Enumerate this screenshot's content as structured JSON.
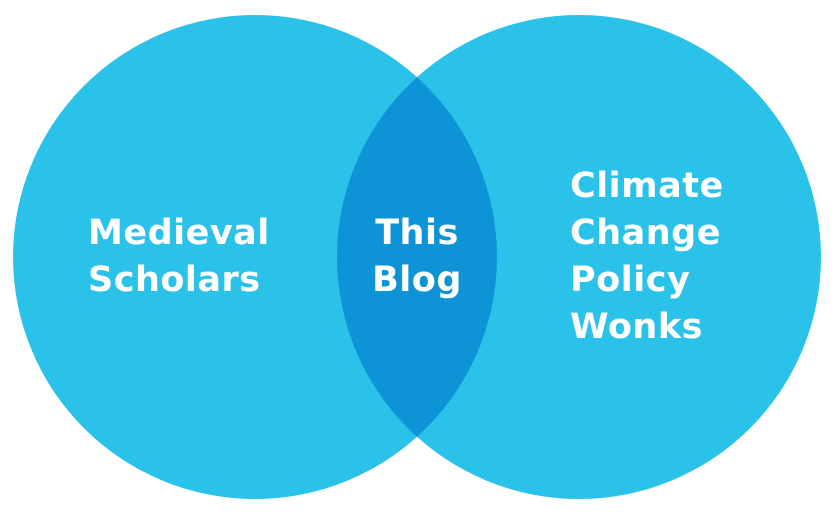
{
  "diagram": {
    "type": "venn",
    "background_color": "#FFFFFF",
    "colors": {
      "circle": "#2BC2EA",
      "overlap": "#0E94D6",
      "text": "#FFFFFF"
    },
    "left_set": {
      "label_lines": [
        "Medieval",
        "Scholars"
      ]
    },
    "intersection": {
      "label_lines": [
        "This",
        "Blog"
      ]
    },
    "right_set": {
      "label_lines": [
        "Climate",
        "Change",
        "Policy",
        "Wonks"
      ]
    }
  }
}
